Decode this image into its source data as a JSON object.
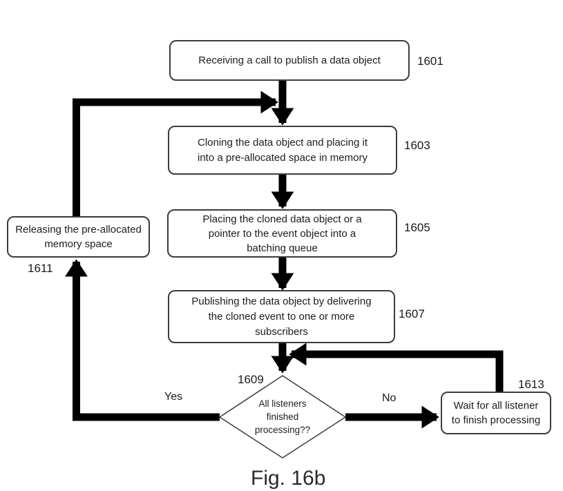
{
  "figure": {
    "caption": "Fig. 16b",
    "type": "flowchart"
  },
  "colors": {
    "background": "#ffffff",
    "arrow": "#000000",
    "node_border": "#3b3b3b",
    "node_fill": "#ffffff",
    "text": "#1c1c1c"
  },
  "nodes": {
    "n1601": {
      "ref": "1601",
      "shape": "rounded-rect",
      "text": "Receiving a call to publish a data object"
    },
    "n1603": {
      "ref": "1603",
      "shape": "rounded-rect",
      "text": "Cloning the data object and placing it\ninto a pre-allocated space in memory"
    },
    "n1605": {
      "ref": "1605",
      "shape": "rounded-rect",
      "text": "Placing the cloned data object or a\npointer to the event object into a\nbatching queue"
    },
    "n1607": {
      "ref": "1607",
      "shape": "rounded-rect",
      "text": "Publishing the data object by delivering\nthe cloned event to one or more\nsubscribers"
    },
    "n1609": {
      "ref": "1609",
      "shape": "diamond",
      "text": "All listeners\nfinished\nprocessing??"
    },
    "n1611": {
      "ref": "1611",
      "shape": "rounded-rect",
      "text": "Releasing the pre-allocated\nmemory space"
    },
    "n1613": {
      "ref": "1613",
      "shape": "rounded-rect",
      "text": "Wait for all listener\nto finish processing"
    }
  },
  "edge_labels": {
    "yes": "Yes",
    "no": "No"
  },
  "edges": [
    {
      "from": "1601",
      "to": "1603"
    },
    {
      "from": "1603",
      "to": "1605"
    },
    {
      "from": "1605",
      "to": "1607"
    },
    {
      "from": "1607",
      "to": "1609"
    },
    {
      "from": "1609",
      "to": "1611",
      "label": "Yes"
    },
    {
      "from": "1609",
      "to": "1613",
      "label": "No"
    },
    {
      "from": "1611",
      "to": "1603"
    },
    {
      "from": "1613",
      "to": "1609"
    }
  ]
}
